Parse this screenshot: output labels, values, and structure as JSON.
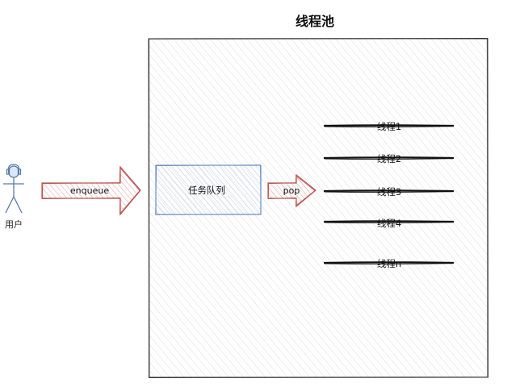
{
  "title": "线程池",
  "actor": {
    "label": "用户"
  },
  "arrows": {
    "enqueue": "enqueue",
    "pop": "pop"
  },
  "queue": {
    "label": "任务队列"
  },
  "threads": [
    {
      "label": "线程1"
    },
    {
      "label": "线程2"
    },
    {
      "label": "线程3"
    },
    {
      "label": "线程4"
    },
    {
      "label": "线程n"
    }
  ],
  "colors": {
    "pool_border": "#333333",
    "actor_stroke": "#5b7aa8",
    "arrow_stroke": "#b85450",
    "arrow_fill": "#f8cecc",
    "queue_stroke": "#6c8ebf",
    "queue_fill": "#dae8fc",
    "thread_line": "#111111"
  }
}
